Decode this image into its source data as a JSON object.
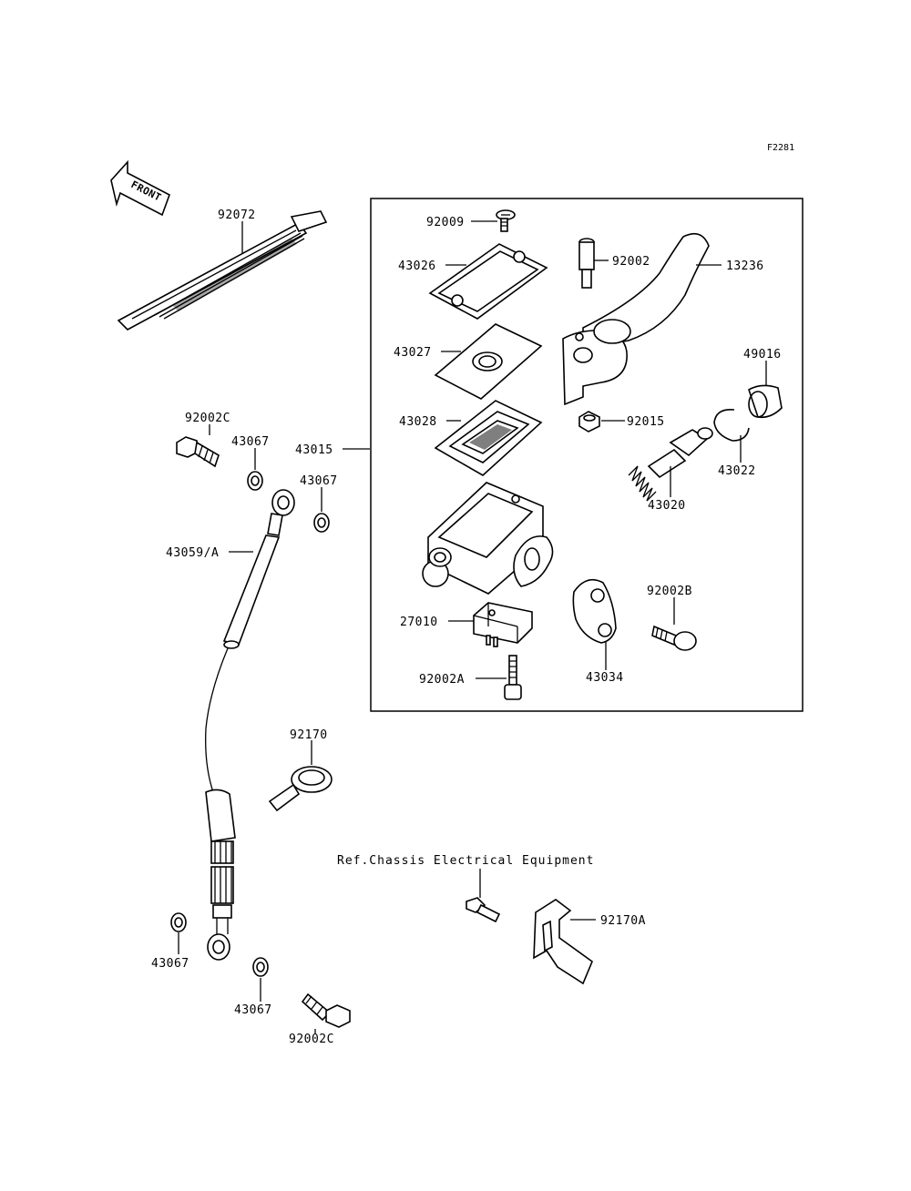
{
  "figure_id": "F2281",
  "front_label": "FRONT",
  "reference_note": "Ref.Chassis Electrical Equipment",
  "parts": [
    {
      "id": "p-92072",
      "label": "92072"
    },
    {
      "id": "p-92009",
      "label": "92009"
    },
    {
      "id": "p-43026",
      "label": "43026"
    },
    {
      "id": "p-92002",
      "label": "92002"
    },
    {
      "id": "p-13236",
      "label": "13236"
    },
    {
      "id": "p-43027",
      "label": "43027"
    },
    {
      "id": "p-49016",
      "label": "49016"
    },
    {
      "id": "p-92002c-top",
      "label": "92002C"
    },
    {
      "id": "p-43067-a",
      "label": "43067"
    },
    {
      "id": "p-43028",
      "label": "43028"
    },
    {
      "id": "p-92015",
      "label": "92015"
    },
    {
      "id": "p-43015",
      "label": "43015"
    },
    {
      "id": "p-43022",
      "label": "43022"
    },
    {
      "id": "p-43067-b",
      "label": "43067"
    },
    {
      "id": "p-43020",
      "label": "43020"
    },
    {
      "id": "p-43059a",
      "label": "43059/A"
    },
    {
      "id": "p-92002b",
      "label": "92002B"
    },
    {
      "id": "p-27010",
      "label": "27010"
    },
    {
      "id": "p-92002a",
      "label": "92002A"
    },
    {
      "id": "p-43034",
      "label": "43034"
    },
    {
      "id": "p-92170",
      "label": "92170"
    },
    {
      "id": "p-92170a",
      "label": "92170A"
    },
    {
      "id": "p-43067-c",
      "label": "43067"
    },
    {
      "id": "p-43067-d",
      "label": "43067"
    },
    {
      "id": "p-92002c-bot",
      "label": "92002C"
    }
  ]
}
